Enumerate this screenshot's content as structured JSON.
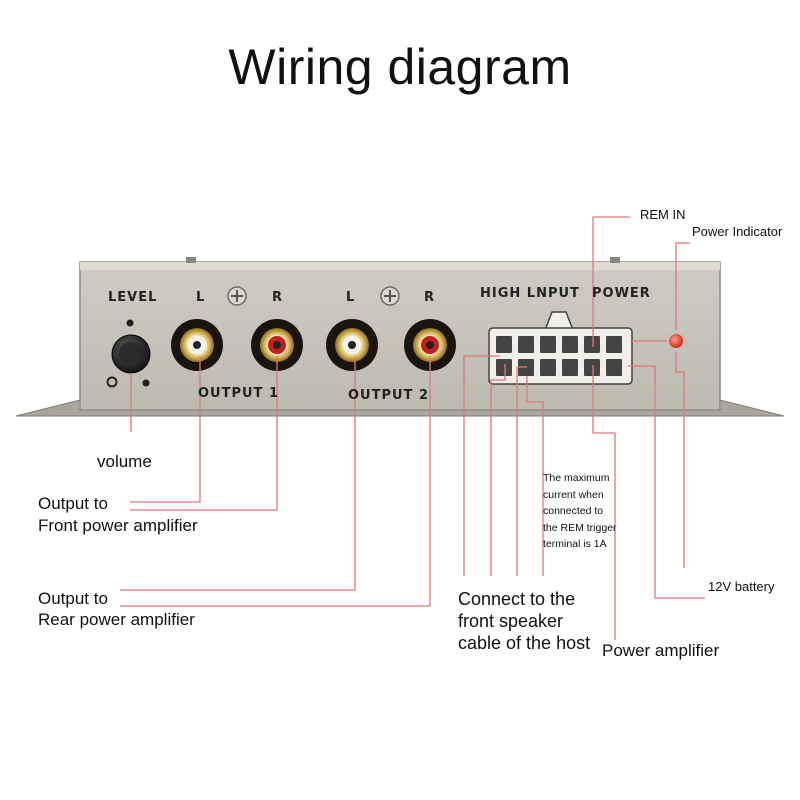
{
  "title": "Wiring diagram",
  "panel": {
    "level": "LEVEL",
    "out1_l": "L",
    "out1_r": "R",
    "out2_l": "L",
    "out2_r": "R",
    "output1": "OUTPUT  1",
    "output2": "OUTPUT  2",
    "high_input": "HIGH  LNPUT",
    "power": "POWER"
  },
  "labels": {
    "rem_in": "REM IN",
    "power_indicator": "Power Indicator",
    "volume": "volume",
    "front_line1": "Output to",
    "front_line2": "Front power amplifier",
    "rear_line1": "Output to",
    "rear_line2": "Rear power amplifier",
    "note_lines": [
      "The maximum",
      "current when",
      "connected to",
      "the REM trigger",
      "terminal is 1A"
    ],
    "battery": "12V battery",
    "speaker_lines": [
      "Connect to the",
      "front speaker",
      "cable of the host"
    ],
    "power_amplifier": "Power amplifier"
  },
  "colors": {
    "panel": "#c9c6bc",
    "leader": "#e0787a",
    "rca_red": "#c41e1e",
    "indicator": "#e53b2f"
  }
}
